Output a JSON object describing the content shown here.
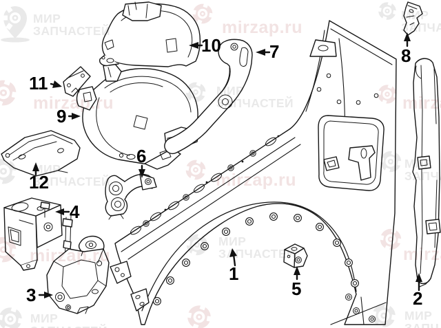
{
  "watermarks": {
    "brand_line1": "МИР",
    "brand_line2": "ЗАПЧАСТЕЙ",
    "site": "mirzap.ru",
    "color_gray": "#e9e9e9",
    "color_pink": "#f2e3e3"
  },
  "callouts": [
    {
      "label": "1"
    },
    {
      "label": "2"
    },
    {
      "label": "3"
    },
    {
      "label": "4"
    },
    {
      "label": "5"
    },
    {
      "label": "6"
    },
    {
      "label": "7"
    },
    {
      "label": "8"
    },
    {
      "label": "9"
    },
    {
      "label": "10"
    },
    {
      "label": "11"
    },
    {
      "label": "12"
    }
  ]
}
